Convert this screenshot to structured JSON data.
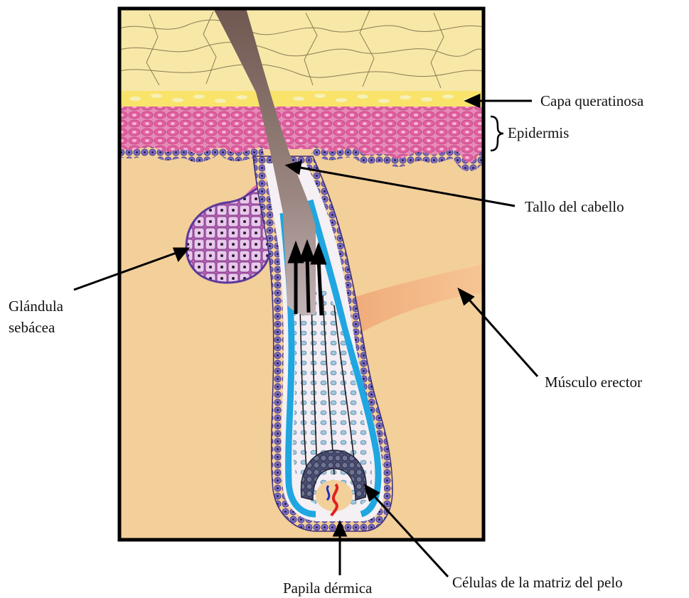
{
  "labels": {
    "capa_queratinosa": "Capa queratinosa",
    "epidermis": "Epidermis",
    "tallo": "Tallo del cabello",
    "glandula_1": "Glándula",
    "glandula_2": "sebácea",
    "musculo": "Músculo erector",
    "papila": "Papila dérmica",
    "celulas": "Células de la matriz del pelo"
  },
  "colors": {
    "frame": "#000000",
    "stratum_corneum": "#f7e7a6",
    "epidermis_cells": "#e0609e",
    "basal_cells": "#6a5fb0",
    "dermis": "#f3cf9a",
    "hair_shaft": "#8a7068",
    "inner_sheath": "#20a6e0",
    "arrow": "#000000"
  }
}
